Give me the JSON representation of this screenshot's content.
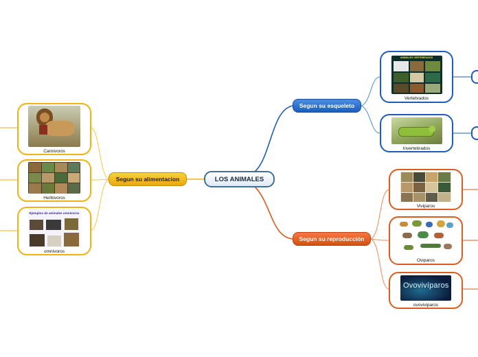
{
  "central": {
    "label": "LOS ANIMALES"
  },
  "branches": {
    "esqueleto": {
      "label": "Segun su esqueleto"
    },
    "reproduccion": {
      "label": "Segun su reproducción"
    },
    "alimentacion": {
      "label": "Segun su alimentacion"
    }
  },
  "cards": {
    "vertebrados": {
      "caption": "Vertebrados",
      "banner": "ANIMALES VERTEBRADOS"
    },
    "invertebrados": {
      "caption": "Invertebrados"
    },
    "viviparos": {
      "caption": "Viviparos"
    },
    "oviparos": {
      "caption": "Oviparos"
    },
    "ovoviviparos": {
      "caption": "ovoviviparos",
      "banner": "Ovovivíparos"
    },
    "carnivoros": {
      "caption": "Carnivoros"
    },
    "herbivoros": {
      "caption": "Herbivoros"
    },
    "omnivoros": {
      "caption": "omnivoros",
      "banner": "Ejemplos de animales omnívoros"
    }
  },
  "colors": {
    "blue_branch": "#1d5cbf",
    "orange_branch": "#e05a1e",
    "yellow_branch": "#f2b20f",
    "central_border": "#3f6f9a"
  }
}
